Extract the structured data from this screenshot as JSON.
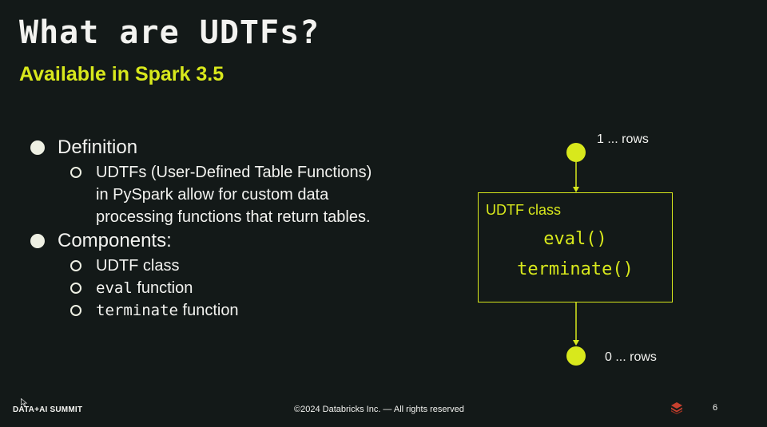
{
  "slide": {
    "title": "What are UDTFs?",
    "subtitle": "Available in Spark 3.5",
    "bullets": [
      {
        "label": "Definition",
        "sub": [
          "UDTFs (User-Defined Table Functions)",
          "in PySpark allow for custom data",
          "processing functions that return tables."
        ]
      },
      {
        "label": "Components:",
        "sub": [
          {
            "text": "UDTF class"
          },
          {
            "code": "eval",
            "text": " function"
          },
          {
            "code": "terminate",
            "text": " function"
          }
        ]
      }
    ]
  },
  "diagram": {
    "input_label": "1 ... rows",
    "output_label": "0 ... rows",
    "box_label": "UDTF class",
    "methods": [
      "eval()",
      "terminate()"
    ]
  },
  "footer": {
    "brand": "DATA+AI SUMMIT",
    "copyright": "©2024 Databricks Inc. — All rights reserved",
    "page_number": "6"
  },
  "colors": {
    "background": "#131918",
    "accent": "#d8e81c",
    "text": "#f3f3f0",
    "logo": "#c6402e"
  },
  "icons": [
    "bullet-dot-icon",
    "bullet-ring-icon",
    "databricks-logo-icon",
    "mouse-cursor-icon"
  ]
}
